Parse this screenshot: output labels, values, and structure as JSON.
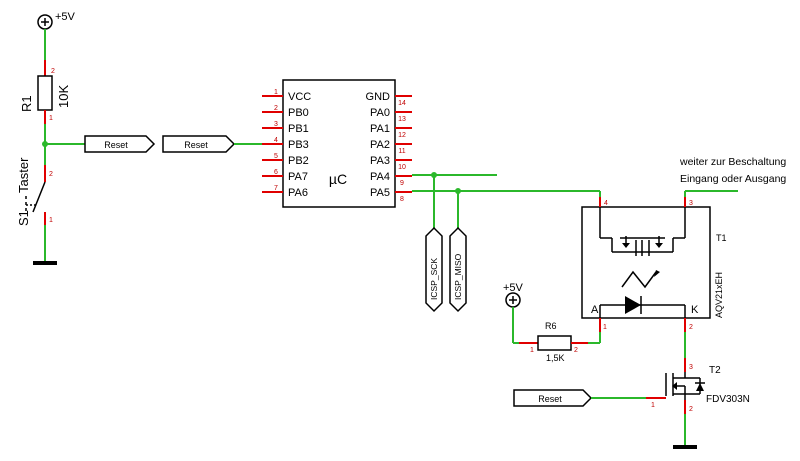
{
  "supply": {
    "vcc_label": "+5V"
  },
  "r1": {
    "ref": "R1",
    "value": "10K",
    "pin1": "1",
    "pin2": "2"
  },
  "s1": {
    "ref": "S1",
    "value": "Taster",
    "pin1": "1",
    "pin2": "2"
  },
  "nets": {
    "reset": "Reset",
    "icsp_sck": "ICSP_SCK",
    "icsp_miso": "ICSP_MISO"
  },
  "mcu": {
    "name": "µC",
    "left_pins": [
      {
        "num": "1",
        "name": "VCC"
      },
      {
        "num": "2",
        "name": "PB0"
      },
      {
        "num": "3",
        "name": "PB1"
      },
      {
        "num": "4",
        "name": "PB3"
      },
      {
        "num": "5",
        "name": "PB2"
      },
      {
        "num": "6",
        "name": "PA7"
      },
      {
        "num": "7",
        "name": "PA6"
      }
    ],
    "right_pins": [
      {
        "num": "14",
        "name": "GND"
      },
      {
        "num": "13",
        "name": "PA0"
      },
      {
        "num": "12",
        "name": "PA1"
      },
      {
        "num": "11",
        "name": "PA2"
      },
      {
        "num": "10",
        "name": "PA3"
      },
      {
        "num": "9",
        "name": "PA4"
      },
      {
        "num": "8",
        "name": "PA5"
      }
    ]
  },
  "note": {
    "line1": "weiter zur Beschaltung",
    "line2": "Eingang oder Ausgang"
  },
  "t1": {
    "ref": "T1",
    "value": "AQV21xEH",
    "pin_a": "A",
    "pin_k": "K",
    "n1": "1",
    "n2": "2",
    "n3": "3",
    "n4": "4"
  },
  "r6": {
    "ref": "R6",
    "value": "1,5K",
    "pin1": "1",
    "pin2": "2"
  },
  "r6_supply": {
    "label": "+5V"
  },
  "t2": {
    "ref": "T2",
    "value": "FDV303N",
    "pin1": "1",
    "pin2": "2",
    "pin3": "3"
  }
}
